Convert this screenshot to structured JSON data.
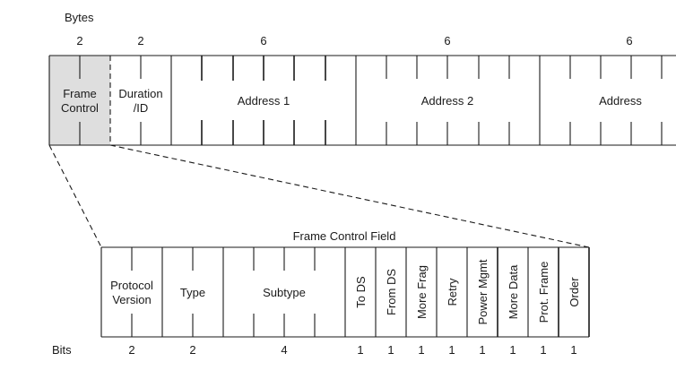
{
  "header": {
    "bytes_label": "Bytes",
    "bits_label": "Bits"
  },
  "frame": {
    "fields": [
      {
        "label": [
          "Frame",
          "Control"
        ],
        "bytes": "2"
      },
      {
        "label": [
          "Duration",
          "/ID"
        ],
        "bytes": "2"
      },
      {
        "label": [
          "Address 1"
        ],
        "bytes": "6"
      },
      {
        "label": [
          "Address 2"
        ],
        "bytes": "6"
      },
      {
        "label": [
          "Address"
        ],
        "bytes": "6"
      }
    ],
    "highlight_color": "#dedede"
  },
  "frame_control": {
    "title": "Frame Control Field",
    "fields": [
      {
        "label": [
          "Protocol",
          "Version"
        ],
        "bits": "2",
        "vertical": false
      },
      {
        "label": [
          "Type"
        ],
        "bits": "2",
        "vertical": false
      },
      {
        "label": [
          "Subtype"
        ],
        "bits": "4",
        "vertical": false
      },
      {
        "label": [
          "To DS"
        ],
        "bits": "1",
        "vertical": true
      },
      {
        "label": [
          "From DS"
        ],
        "bits": "1",
        "vertical": true
      },
      {
        "label": [
          "More Frag"
        ],
        "bits": "1",
        "vertical": true
      },
      {
        "label": [
          "Retry"
        ],
        "bits": "1",
        "vertical": true
      },
      {
        "label": [
          "Power Mgmt"
        ],
        "bits": "1",
        "vertical": true
      },
      {
        "label": [
          "More Data"
        ],
        "bits": "1",
        "vertical": true
      },
      {
        "label": [
          "Prot. Frame"
        ],
        "bits": "1",
        "vertical": true
      },
      {
        "label": [
          "Order"
        ],
        "bits": "1",
        "vertical": true
      }
    ]
  }
}
